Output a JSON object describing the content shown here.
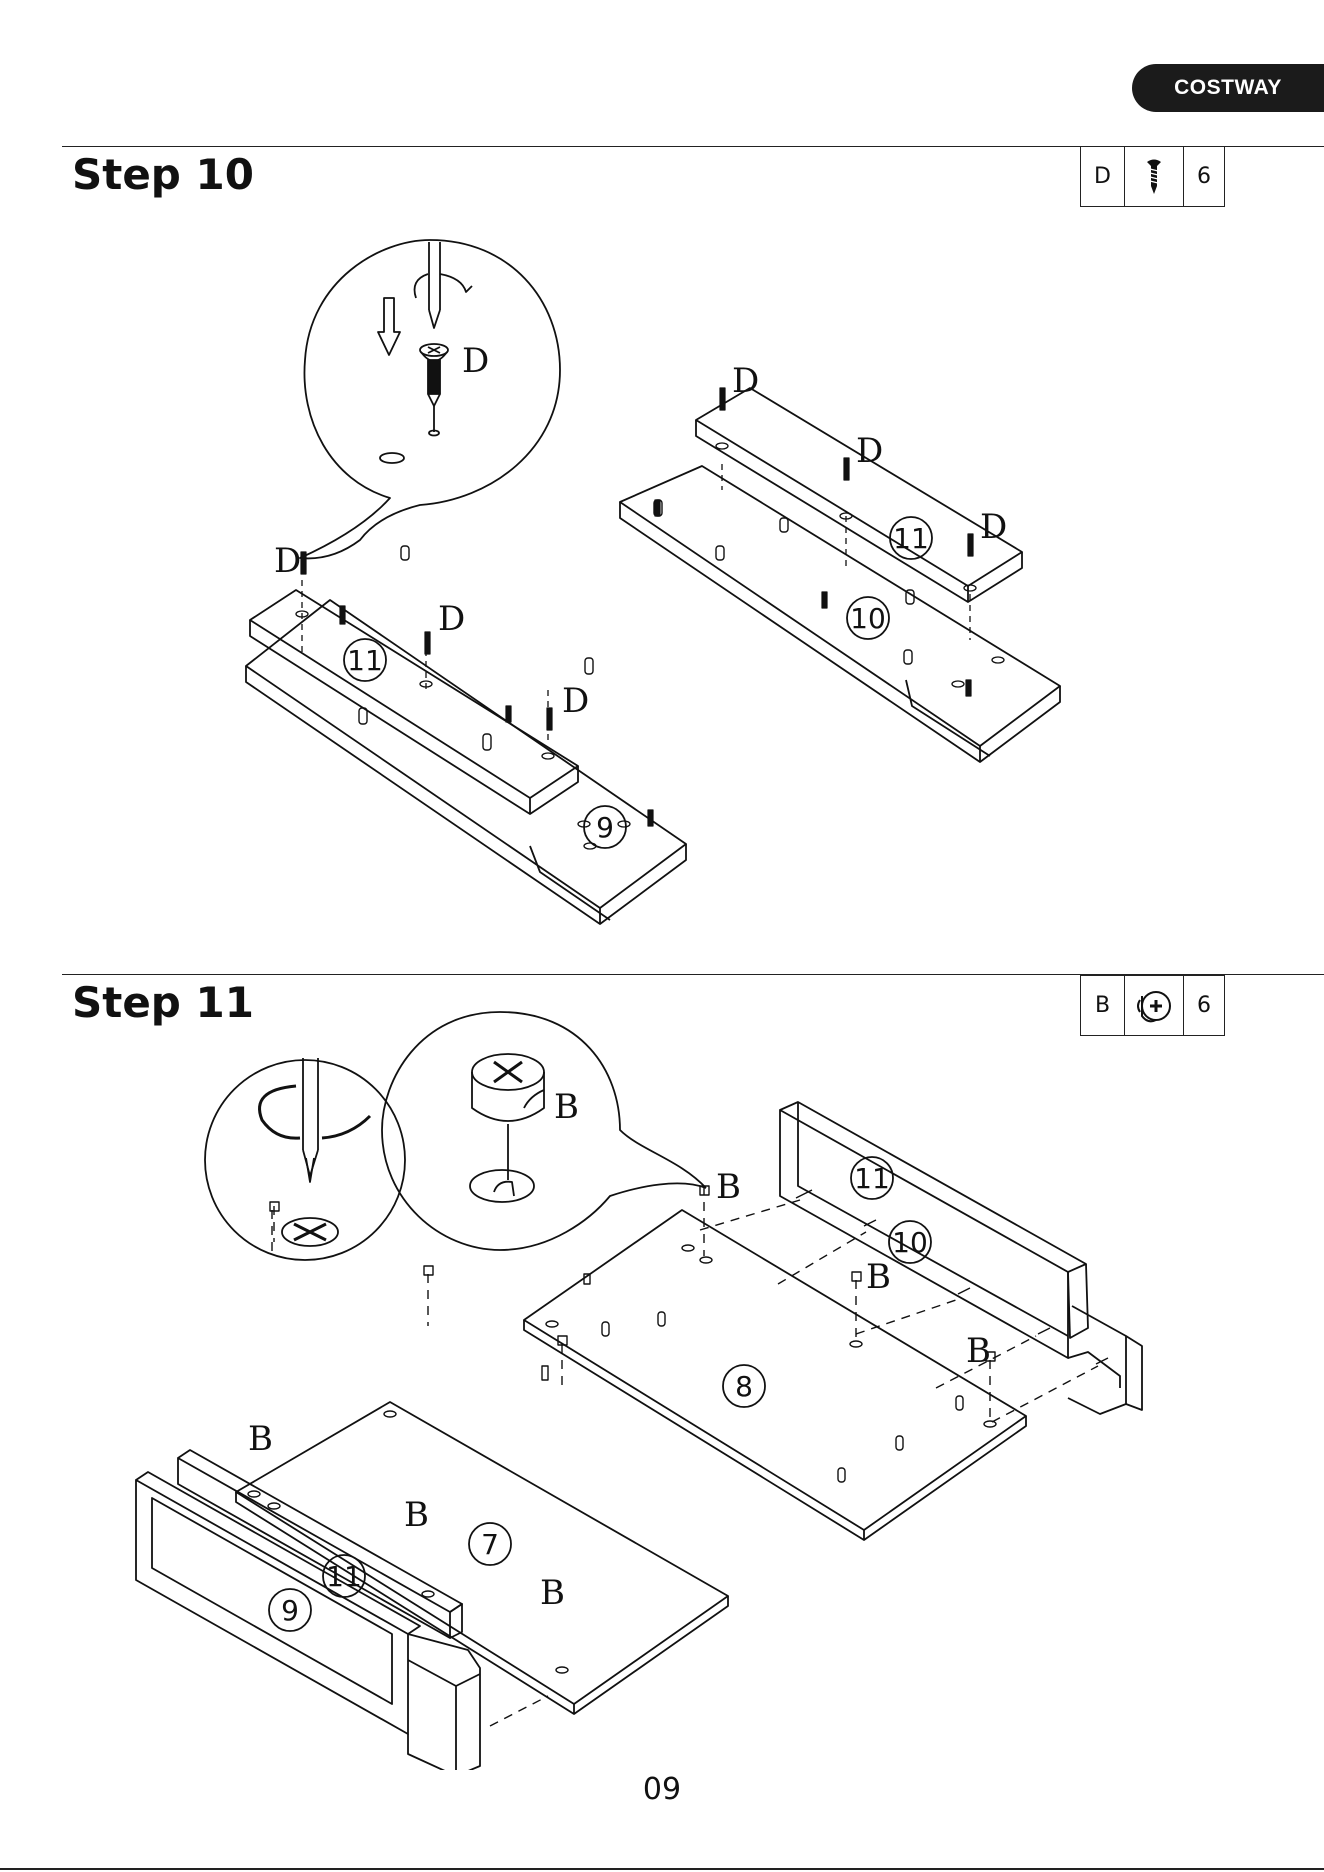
{
  "brand": {
    "name": "COSTWAY"
  },
  "steps": [
    {
      "title": "Step 10",
      "part": {
        "letter": "D",
        "icon": "screw-icon",
        "qty": "6"
      },
      "labels": {
        "hardware": "D",
        "panels": [
          "11",
          "9",
          "11",
          "10"
        ]
      }
    },
    {
      "title": "Step 11",
      "part": {
        "letter": "B",
        "icon": "cam-lock-icon",
        "qty": "6"
      },
      "labels": {
        "hardware": "B",
        "panels": [
          "11",
          "10",
          "8",
          "7",
          "11",
          "9"
        ]
      }
    }
  ],
  "page_number": "09"
}
